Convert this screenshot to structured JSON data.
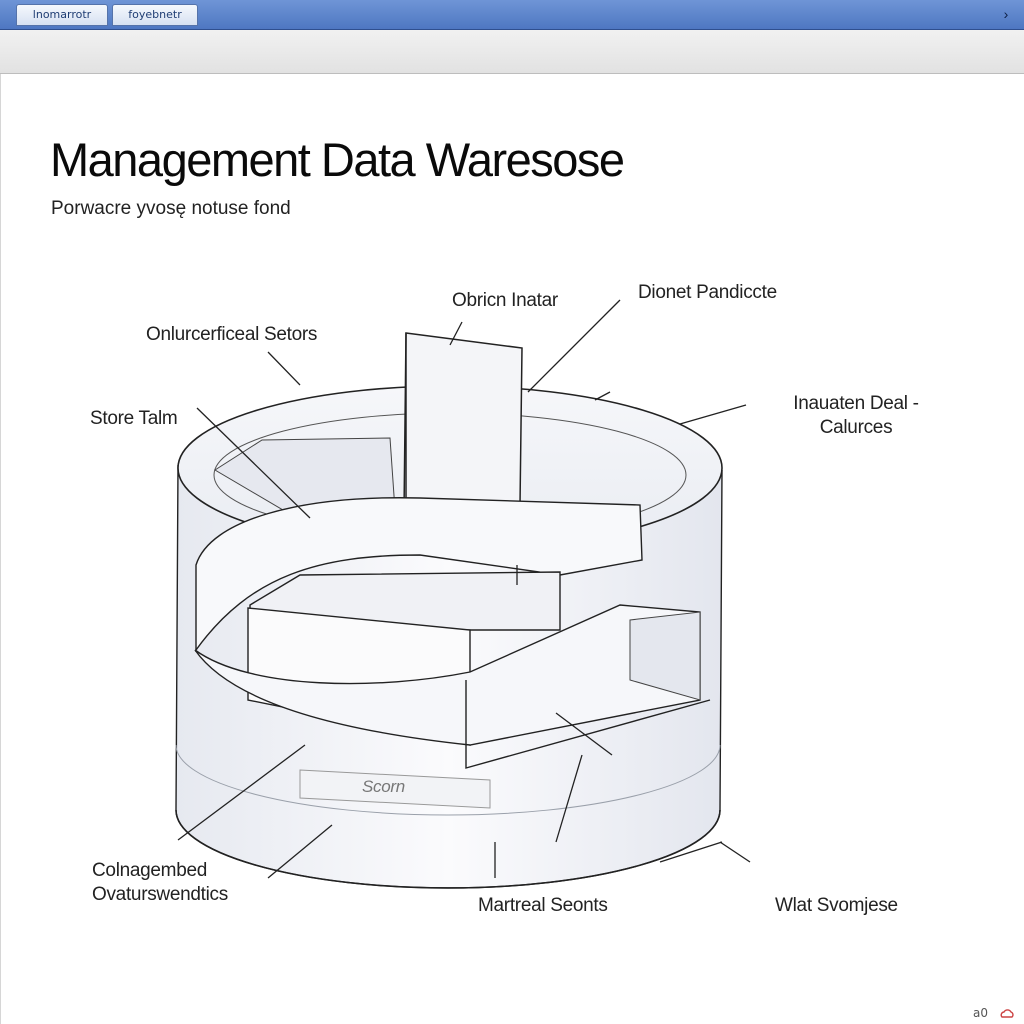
{
  "tabs": [
    {
      "label": "lnomarrotr"
    },
    {
      "label": "foyebnetr"
    }
  ],
  "page": {
    "title": "Management Data Waresose",
    "subtitle": "Porwacre yvosę notuse fond"
  },
  "labels": {
    "top_center": "Obricn Inatar",
    "top_right": "Dionet Pandiccte",
    "upper_left": "Onlurcerficeal Setors",
    "store_talm": "Store Talm",
    "right_upper": "Inauaten Deal -\nCalurces",
    "inner_score": "Scorn",
    "bottom_left": "Colnagembed\nOvaturswendtics",
    "bottom_center": "Martreal Seonts",
    "bottom_right": "Wlat Svomjese"
  },
  "status": {
    "text": "a0"
  },
  "colors": {
    "tabbar": "#5a82c8",
    "line": "#222222",
    "fill": "#eef0f5"
  }
}
